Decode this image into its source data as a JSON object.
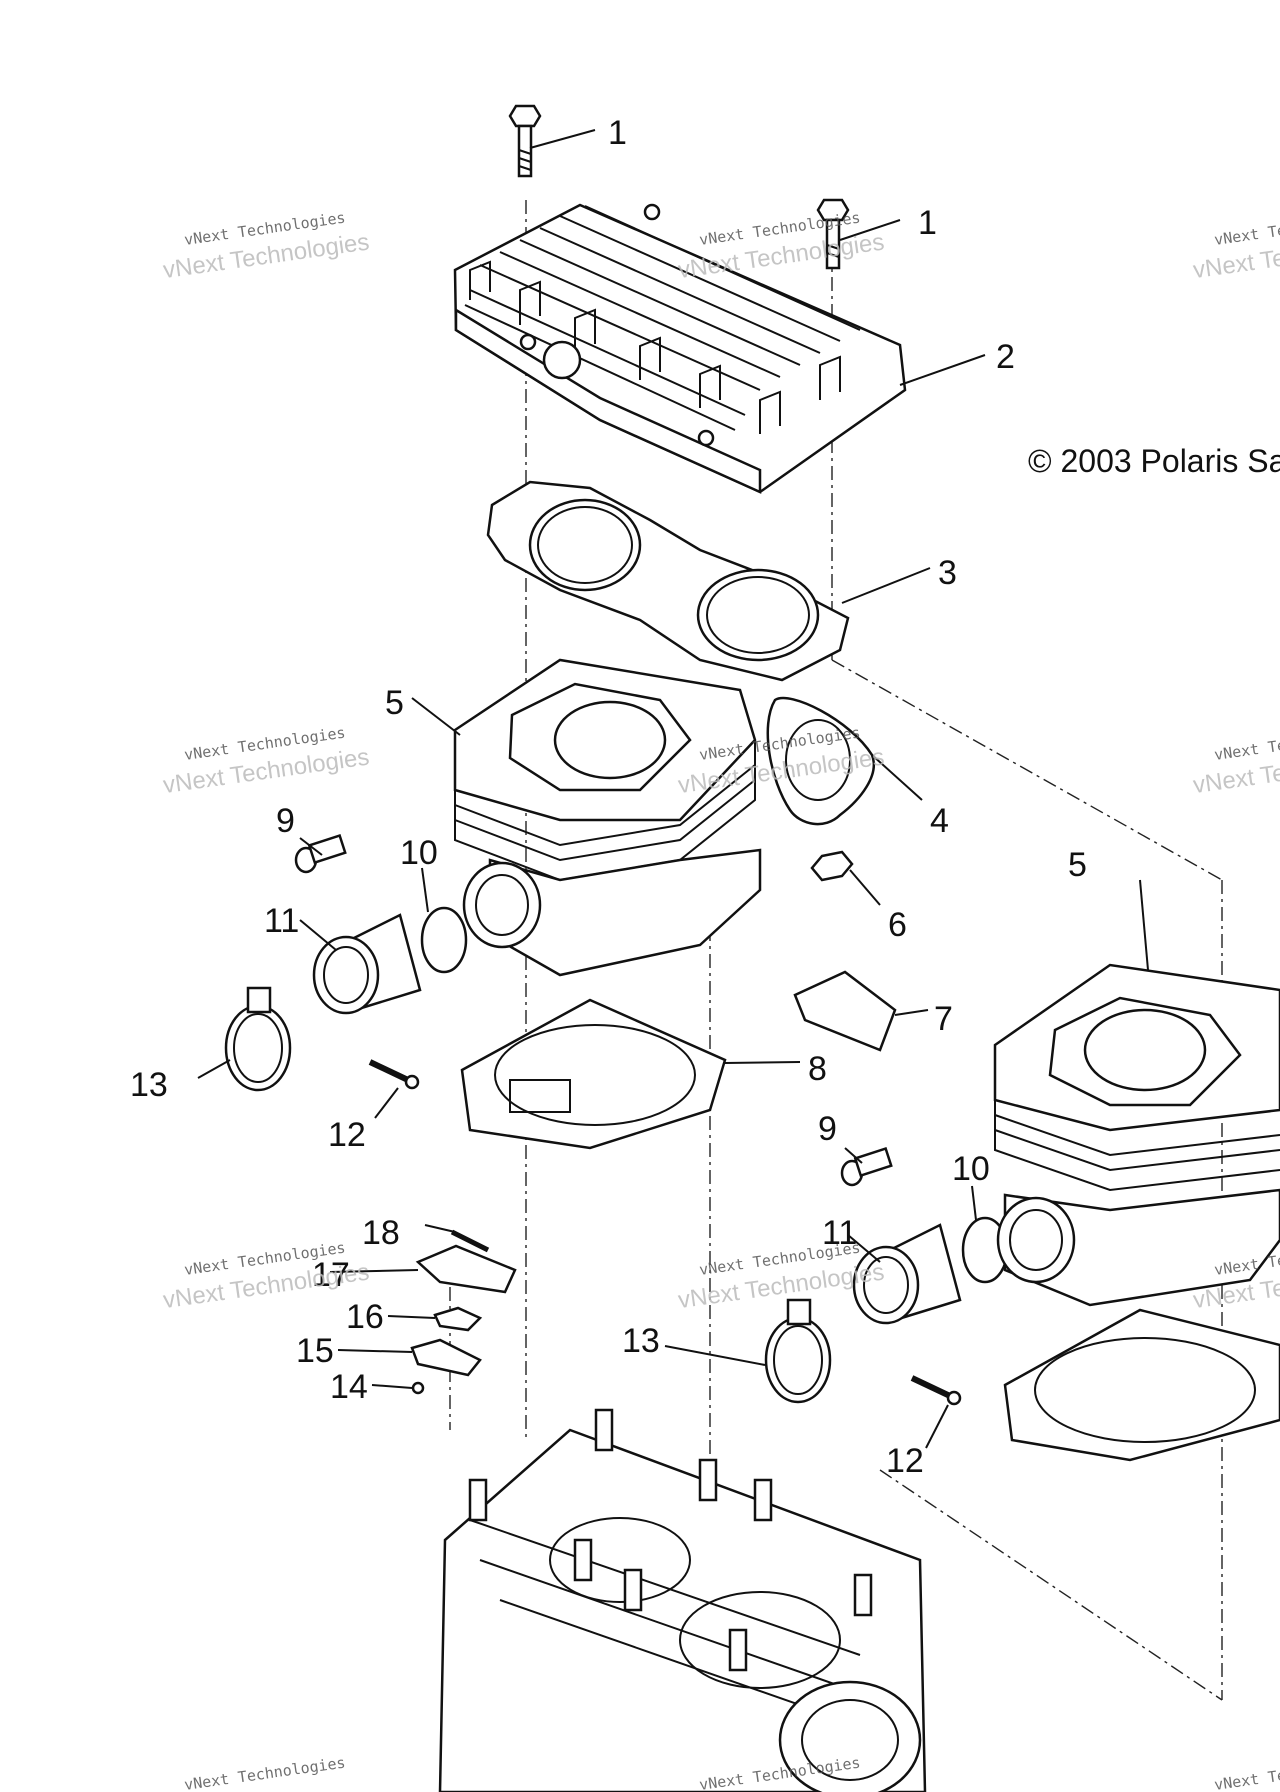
{
  "diagram": {
    "copyright": "© 2003 Polaris Sa",
    "watermark": {
      "line1": "vNext Technologies",
      "line2": "vNext Technologies"
    },
    "callouts": [
      {
        "id": "c1a",
        "label": "1"
      },
      {
        "id": "c1b",
        "label": "1"
      },
      {
        "id": "c2",
        "label": "2"
      },
      {
        "id": "c3",
        "label": "3"
      },
      {
        "id": "c4",
        "label": "4"
      },
      {
        "id": "c5a",
        "label": "5"
      },
      {
        "id": "c5b",
        "label": "5"
      },
      {
        "id": "c6",
        "label": "6"
      },
      {
        "id": "c7",
        "label": "7"
      },
      {
        "id": "c8",
        "label": "8"
      },
      {
        "id": "c9a",
        "label": "9"
      },
      {
        "id": "c9b",
        "label": "9"
      },
      {
        "id": "c10a",
        "label": "10"
      },
      {
        "id": "c10b",
        "label": "10"
      },
      {
        "id": "c11a",
        "label": "11"
      },
      {
        "id": "c11b",
        "label": "11"
      },
      {
        "id": "c12a",
        "label": "12"
      },
      {
        "id": "c12b",
        "label": "12"
      },
      {
        "id": "c13a",
        "label": "13"
      },
      {
        "id": "c13b",
        "label": "13"
      },
      {
        "id": "c14",
        "label": "14"
      },
      {
        "id": "c15",
        "label": "15"
      },
      {
        "id": "c16",
        "label": "16"
      },
      {
        "id": "c17",
        "label": "17"
      },
      {
        "id": "c18",
        "label": "18"
      }
    ]
  }
}
